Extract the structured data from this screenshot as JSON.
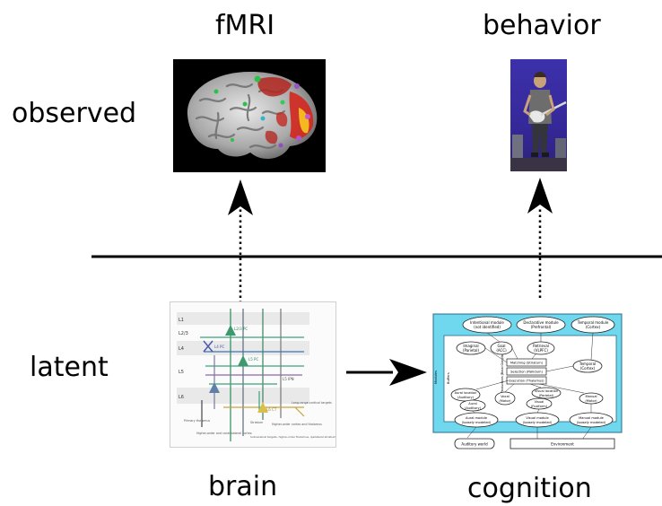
{
  "labels": {
    "fmri": "fMRI",
    "behavior": "behavior",
    "observed": "observed",
    "latent": "latent",
    "brain": "brain",
    "cognition": "cognition"
  },
  "brain_circuit": {
    "layers": [
      "L1",
      "L2/3",
      "L4",
      "L5",
      "L6"
    ],
    "cells": [
      "L2/3 PC",
      "L4 PC",
      "L5 PC",
      "L5 IPN",
      "L6 CT"
    ],
    "notes": [
      "Long-range cortical targets",
      "Primary thalamus",
      "Higher-order and contralateral cortex",
      "Striatum",
      "Higher-order cortex and thalamus",
      "Subcerebral targets, higher-order thalamus, ipsilateral striatum"
    ]
  },
  "actr": {
    "intentional": [
      "Intentional module",
      "(not identified)"
    ],
    "declarative": [
      "Declarative module",
      "(Prefrontal)"
    ],
    "temporal_top": [
      "Temporal module",
      "(Cortex)"
    ],
    "imaginal": [
      "Imaginal",
      "(Parietal)"
    ],
    "goal": [
      "Goal",
      "(ACC)"
    ],
    "retrieval": [
      "Retrieval",
      "(VLPFC)"
    ],
    "temporal_right": [
      "Temporal",
      "(Cortex)"
    ],
    "matching": "Matching (Striatum)",
    "selection": "Selection (Pallidum)",
    "execution": "Execution (Thalamus)",
    "production": "Productions (Basal Ganglia)",
    "aural_location": [
      "Aural location",
      "(Auditory)"
    ],
    "aural": [
      "Aural",
      "(Auditory)"
    ],
    "vocal": [
      "Vocal",
      "(Motor)"
    ],
    "visual_location": [
      "Visual location",
      "(Parietal)"
    ],
    "visual": [
      "Visual",
      "(Fusiform)"
    ],
    "manual": [
      "Manual",
      "(Motor)"
    ],
    "aural_module": [
      "Aural module",
      "(loosely modeled)"
    ],
    "visual_module": [
      "Visual module",
      "(loosely modeled)"
    ],
    "manual_module": [
      "Manual module",
      "(loosely modeled)"
    ],
    "buffers": "Buffers",
    "modules": "Modules",
    "auditory_world": "Auditory world",
    "environment": "Environment"
  },
  "colors": {
    "actr_bg": "#6fd8ee",
    "actr_border": "#2a6b86",
    "line": "#000000"
  }
}
